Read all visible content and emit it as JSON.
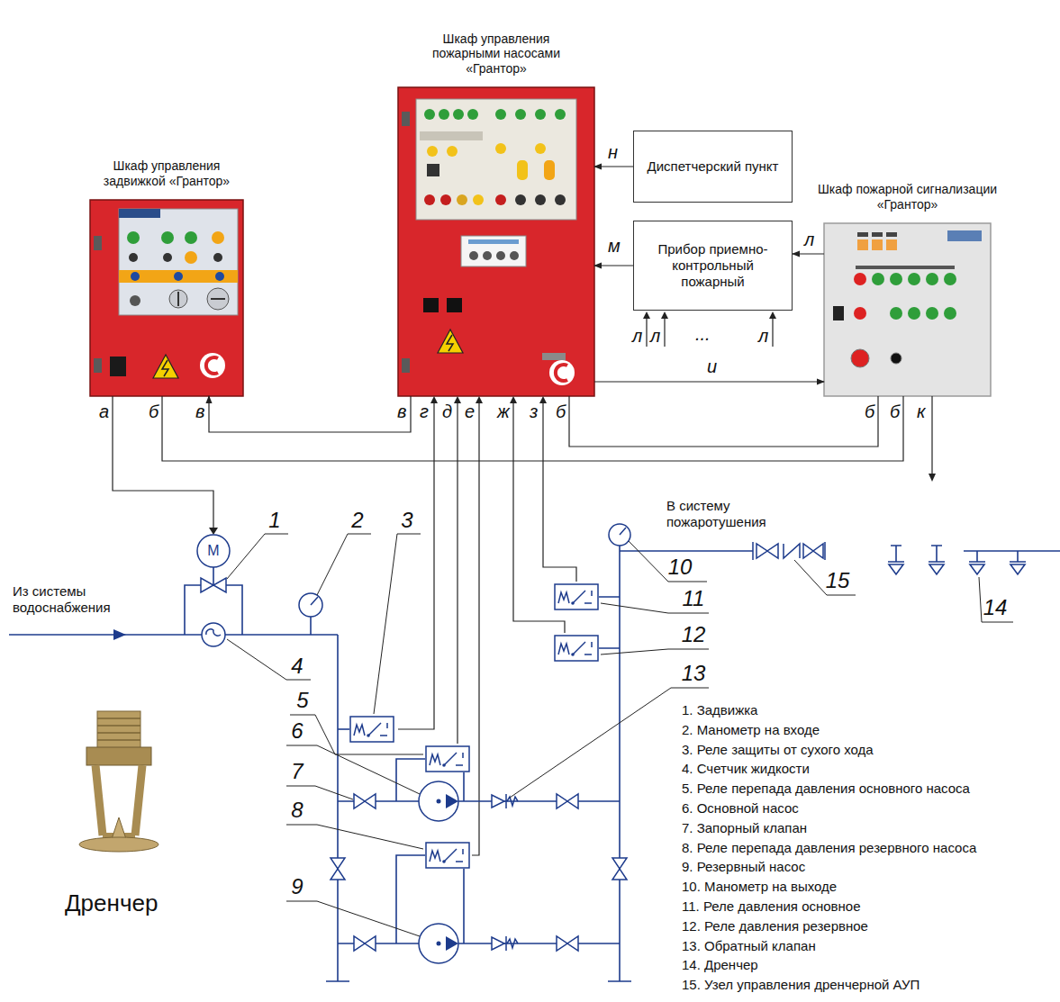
{
  "diagram": {
    "nodes": [
      {
        "text": [
          "Шкаф управления задвижкой «Грантор»"
        ]
      },
      {
        "text": [
          "Шкаф управления пожарными насосами «Грантор»"
        ]
      },
      {
        "text": [
          "Диспетчерский пункт"
        ]
      },
      {
        "text": [
          "Прибор приемно-контрольный пожарный"
        ]
      },
      {
        "text": [
          "Шкаф пожарной сигнализации «Грантор»"
        ]
      }
    ],
    "edges": [
      {
        "from": 2,
        "to": 1,
        "arrow": "to",
        "label": "н"
      },
      {
        "from": 3,
        "to": 1,
        "arrow": "to",
        "label": "м"
      },
      {
        "from": 4,
        "to": 3,
        "arrow": "to",
        "label": "л"
      },
      {
        "from": 1,
        "to": 4,
        "arrow": "to",
        "label": "и"
      },
      {
        "from": 1,
        "to": 0,
        "arrow": "to"
      },
      {
        "from": 0,
        "to": 4,
        "arrow": "none"
      },
      {
        "from": 1,
        "to": 4,
        "arrow": "none"
      }
    ],
    "labels": [
      "а",
      "б",
      "в",
      "в",
      "г",
      "д",
      "е",
      "ж",
      "з",
      "б",
      "б",
      "б",
      "к",
      "л",
      "л",
      "...",
      "л",
      "M",
      "1",
      "2",
      "3",
      "4",
      "5",
      "6",
      "7",
      "8",
      "9",
      "10",
      "11",
      "12",
      "13",
      "14",
      "15",
      "Из системы водоснабжения",
      "В систему пожаротушения",
      "Дренчер",
      "1. Задвижка",
      "2. Манометр на входе",
      "3. Реле защиты от сухого хода",
      "4. Счетчик жидкости",
      "5. Реле перепада давления основного насоса",
      "6. Основной насос",
      "7. Запорный клапан",
      "8. Реле перепада давления резервного насоса",
      "9. Резервный насос",
      "10. Манометр на выходе",
      "11. Реле давления основное",
      "12. Реле давления резервное",
      "13. Обратный клапан",
      "14. Дренчер",
      "15. Узел управления дренчерной АУП"
    ]
  }
}
